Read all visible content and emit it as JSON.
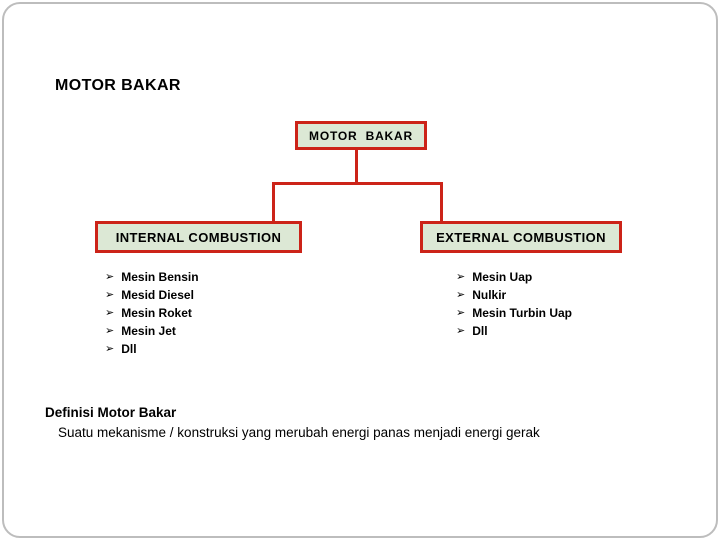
{
  "slide": {
    "title": "MOTOR BAKAR",
    "bullet": "➢",
    "tree": {
      "root": {
        "label": "MOTOR BAKAR"
      },
      "left": {
        "label": "INTERNAL COMBUSTION",
        "items": [
          "Mesin Bensin",
          "Mesid Diesel",
          "Mesin Roket",
          "Mesin Jet",
          "Dll"
        ]
      },
      "right": {
        "label": "EXTERNAL COMBUSTION",
        "items": [
          "Mesin Uap",
          "Nulkir",
          "Mesin Turbin Uap",
          "Dll"
        ]
      }
    },
    "definition": {
      "heading": "Definisi Motor Bakar",
      "body": "Suatu mekanisme / konstruksi yang merubah energi panas menjadi energi gerak"
    },
    "colors": {
      "box_fill": "#dce8d5",
      "box_border": "#cc2318",
      "connector": "#cc2318",
      "frame": "#bdbdbd",
      "text": "#000000"
    }
  }
}
